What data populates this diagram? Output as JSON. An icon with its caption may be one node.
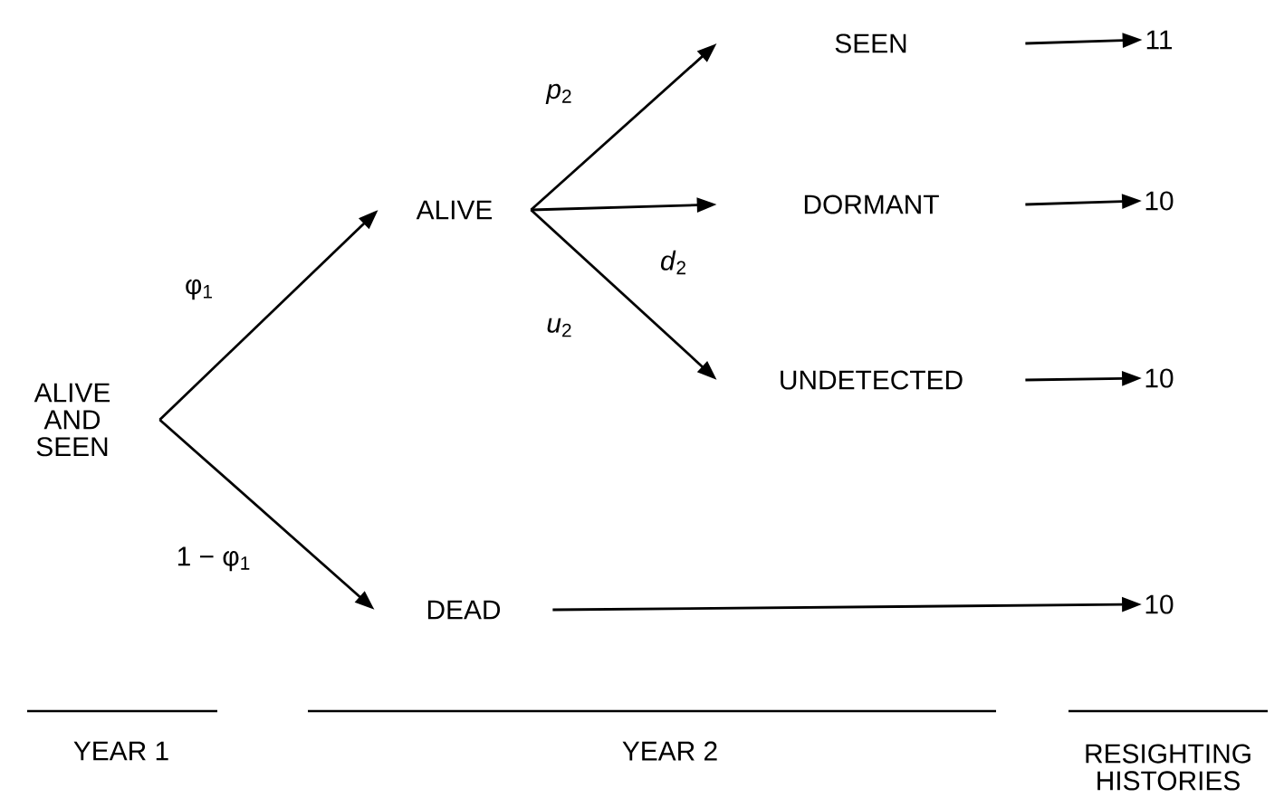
{
  "diagram": {
    "nodes": [
      {
        "text": [
          "ALIVE AND SEEN"
        ]
      },
      {
        "text": [
          "ALIVE"
        ]
      },
      {
        "text": [
          "DEAD"
        ]
      },
      {
        "text": [
          "SEEN"
        ]
      },
      {
        "text": [
          "DORMANT"
        ]
      },
      {
        "text": [
          "UNDETECTED"
        ]
      },
      {
        "text": [
          "11"
        ]
      },
      {
        "text": [
          "10"
        ]
      },
      {
        "text": [
          "10"
        ]
      },
      {
        "text": [
          "10"
        ]
      }
    ],
    "edges": [
      {
        "from": 0,
        "to": 1,
        "arrow": "to",
        "label": "φ$_{1}$"
      },
      {
        "from": 0,
        "to": 2,
        "arrow": "to",
        "label": "1 − φ$_{1}$"
      },
      {
        "from": 1,
        "to": 3,
        "arrow": "to",
        "label": "*p*$_{2}$"
      },
      {
        "from": 1,
        "to": 4,
        "arrow": "to",
        "label": "*d*$_{2}$"
      },
      {
        "from": 1,
        "to": 5,
        "arrow": "to",
        "label": "*u*$_{2}$"
      },
      {
        "from": 3,
        "to": 6,
        "arrow": "to"
      },
      {
        "from": 4,
        "to": 7,
        "arrow": "to"
      },
      {
        "from": 5,
        "to": 8,
        "arrow": "to"
      },
      {
        "from": 2,
        "to": 9,
        "arrow": "to"
      }
    ],
    "labels": [
      "YEAR 1",
      "YEAR 2",
      "RESIGHTING HISTORIES"
    ]
  }
}
